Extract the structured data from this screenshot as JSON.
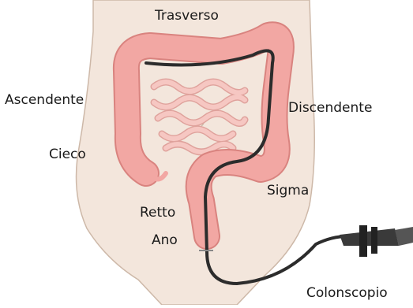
{
  "labels": {
    "trasverso": "Trasverso",
    "ascendente": "Ascendente",
    "discendente": "Discendente",
    "cieco": "Cieco",
    "sigma": "Sigma",
    "retto": "Retto",
    "ano": "Ano",
    "colonscopio": "Colonscopio"
  },
  "colors": {
    "background": "#ffffff",
    "skin": "#f3e6dc",
    "skin_outline": "#cdb8a8",
    "colon": "#f2a7a3",
    "colon_outline": "#d9837f",
    "small_intestine": "#f6c7c2",
    "small_intestine_outline": "#dfa29c",
    "scope": "#2c2c2c",
    "label": "#1a1a1a"
  }
}
